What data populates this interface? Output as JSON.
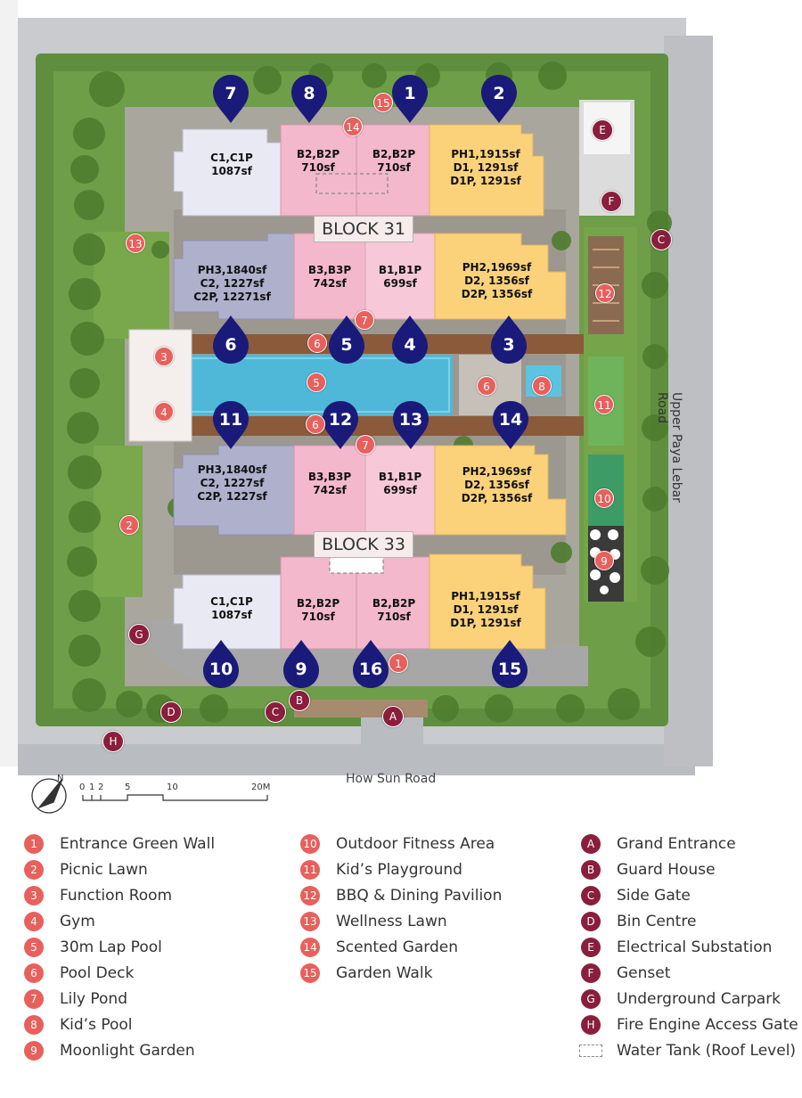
{
  "map": {
    "blocks": [
      {
        "id": "block-31",
        "label": "BLOCK 31"
      },
      {
        "id": "block-33",
        "label": "BLOCK 33"
      }
    ],
    "units": {
      "b31_c1": [
        "C1,C1P",
        "1087sf"
      ],
      "b31_b2a": [
        "B2,B2P",
        "710sf"
      ],
      "b31_b2b": [
        "B2,B2P",
        "710sf"
      ],
      "b31_ph1": [
        "PH1,1915sf",
        "D1, 1291sf",
        "D1P, 1291sf"
      ],
      "b31_ph3": [
        "PH3,1840sf",
        "C2, 1227sf",
        "C2P, 12271sf"
      ],
      "b31_b3": [
        "B3,B3P",
        "742sf"
      ],
      "b31_b1": [
        "B1,B1P",
        "699sf"
      ],
      "b31_ph2": [
        "PH2,1969sf",
        "D2, 1356sf",
        "D2P, 1356sf"
      ],
      "b33_ph3": [
        "PH3,1840sf",
        "C2, 1227sf",
        "C2P, 1227sf"
      ],
      "b33_b3": [
        "B3,B3P",
        "742sf"
      ],
      "b33_b1": [
        "B1,B1P",
        "699sf"
      ],
      "b33_ph2": [
        "PH2,1969sf",
        "D2, 1356sf",
        "D2P, 1356sf"
      ],
      "b33_c1": [
        "C1,C1P",
        "1087sf"
      ],
      "b33_b2a": [
        "B2,B2P",
        "710sf"
      ],
      "b33_b2b": [
        "B2,B2P",
        "710sf"
      ],
      "b33_ph1": [
        "PH1,1915sf",
        "D1, 1291sf",
        "D1P, 1291sf"
      ]
    },
    "markers": {
      "m7": "7",
      "m8": "8",
      "m1": "1",
      "m2": "2",
      "m6": "6",
      "m5": "5",
      "m4": "4",
      "m3": "3",
      "m11": "11",
      "m12": "12",
      "m13": "13",
      "m14": "14",
      "m10": "10",
      "m9": "9",
      "m16": "16",
      "m15": "15"
    },
    "facility_markers": {
      "f15": "15",
      "f14": "14",
      "f13": "13",
      "f12": "12",
      "f7a": "7",
      "f6a": "6",
      "f5": "5",
      "f6b": "6",
      "f8": "8",
      "f3": "3",
      "f4": "4",
      "f11": "11",
      "f6c": "6",
      "f7b": "7",
      "f10": "10",
      "f2": "2",
      "f9": "9",
      "f1": "1"
    },
    "letter_markers": {
      "lE": "E",
      "lF": "F",
      "lC1": "C",
      "lG": "G",
      "lB": "B",
      "lD": "D",
      "lC2": "C",
      "lA": "A",
      "lH": "H"
    },
    "roads": {
      "bottom": "How Sun Road",
      "right": "Upper Paya Lebar Road"
    },
    "scale": {
      "ticks": [
        "0",
        "1",
        "2",
        "5",
        "10",
        "20M"
      ]
    },
    "compass_label": "N"
  },
  "legend": {
    "column1": [
      {
        "key": "1",
        "label": "Entrance Green Wall"
      },
      {
        "key": "2",
        "label": "Picnic Lawn"
      },
      {
        "key": "3",
        "label": "Function Room"
      },
      {
        "key": "4",
        "label": "Gym"
      },
      {
        "key": "5",
        "label": "30m Lap Pool"
      },
      {
        "key": "6",
        "label": "Pool Deck"
      },
      {
        "key": "7",
        "label": "Lily Pond"
      },
      {
        "key": "8",
        "label": "Kid’s Pool"
      },
      {
        "key": "9",
        "label": "Moonlight Garden"
      }
    ],
    "column2": [
      {
        "key": "10",
        "label": "Outdoor Fitness Area"
      },
      {
        "key": "11",
        "label": "Kid’s Playground"
      },
      {
        "key": "12",
        "label": "BBQ & Dining Pavilion"
      },
      {
        "key": "13",
        "label": "Wellness Lawn"
      },
      {
        "key": "14",
        "label": "Scented Garden"
      },
      {
        "key": "15",
        "label": "Garden Walk"
      }
    ],
    "column3": [
      {
        "key": "A",
        "label": "Grand Entrance"
      },
      {
        "key": "B",
        "label": "Guard House"
      },
      {
        "key": "C",
        "label": "Side Gate"
      },
      {
        "key": "D",
        "label": "Bin Centre"
      },
      {
        "key": "E",
        "label": "Electrical Substation"
      },
      {
        "key": "F",
        "label": "Genset"
      },
      {
        "key": "G",
        "label": "Underground Carpark"
      },
      {
        "key": "H",
        "label": "Fire Engine Access Gate"
      }
    ],
    "water_tank": {
      "label": "Water Tank (Roof Level)"
    }
  },
  "colors": {
    "unit_white": "#e8e8f2",
    "unit_pink": "#f3b8cc",
    "unit_lightpink": "#f7c9d8",
    "unit_yellow": "#fbd27a",
    "unit_gray": "#aeb0cc",
    "marker_navy": "#1a1a7a",
    "facility_red": "#e8605c",
    "letter_maroon": "#8a1e3c",
    "pool": "#4fb8d8"
  }
}
